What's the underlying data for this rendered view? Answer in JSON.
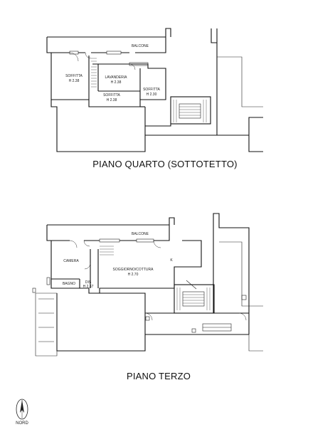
{
  "upper_plan": {
    "title": "PIANO QUARTO (SOTTOTETTO)",
    "rooms": {
      "balcone": "BALCONE",
      "soffitta_left": {
        "name": "SOFFITTA",
        "height": "H 2.38"
      },
      "lavanderia": {
        "name": "LAVANDERIA",
        "height": "H 2.38"
      },
      "soffitta_mid": {
        "name": "SOFFITTA",
        "height": "H 2.38"
      },
      "soffitta_right": {
        "name": "SOFFITTA",
        "height": "H 2.30"
      }
    }
  },
  "lower_plan": {
    "title": "PIANO TERZO",
    "rooms": {
      "balcone": "BALCONE",
      "camera": "CAMERA",
      "soggiorno": {
        "name": "SOGGIORNO/COTTURA",
        "height": "H 2.70"
      },
      "k": "K",
      "bagno": "BAGNO",
      "dis": {
        "name": "DIS",
        "height": "H 2.37"
      }
    }
  },
  "north_arrow": {
    "label": "NORD"
  }
}
